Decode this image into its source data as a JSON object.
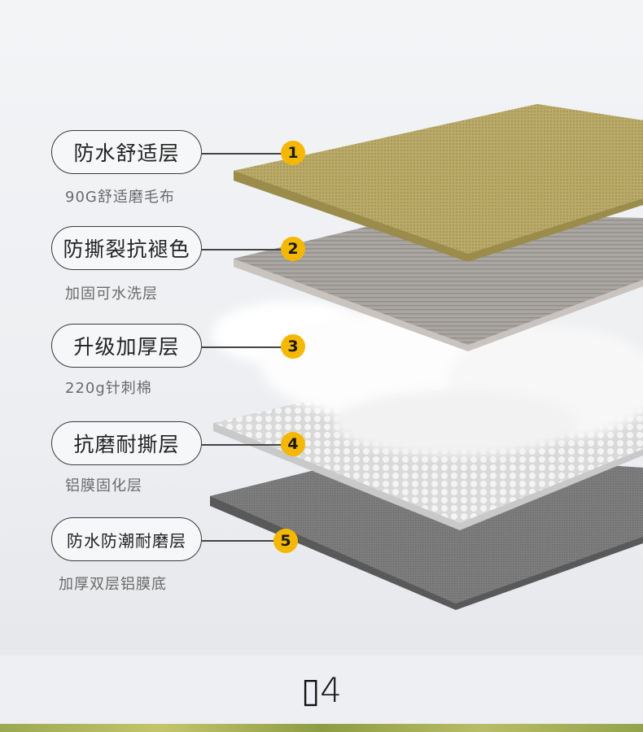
{
  "layers": [
    {
      "number": "1",
      "title": "防水舒适层",
      "subtitle": "90G舒适磨毛布",
      "color": "#b7a866"
    },
    {
      "number": "2",
      "title": "防撕裂抗褪色",
      "subtitle": "加固可水洗层",
      "color": "#a9a6a2"
    },
    {
      "number": "3",
      "title": "升级加厚层",
      "subtitle": "220g针刺棉",
      "color": "#ffffff"
    },
    {
      "number": "4",
      "title": "抗磨耐撕层",
      "subtitle": "铝膜固化层",
      "color": "#e4e4e4"
    },
    {
      "number": "5",
      "title": "防水防潮耐磨层",
      "subtitle": "加厚双层铝膜底",
      "color": "#7a7a7a"
    }
  ],
  "badge_color": "#f5b800",
  "footer": {
    "label": "▯4"
  }
}
